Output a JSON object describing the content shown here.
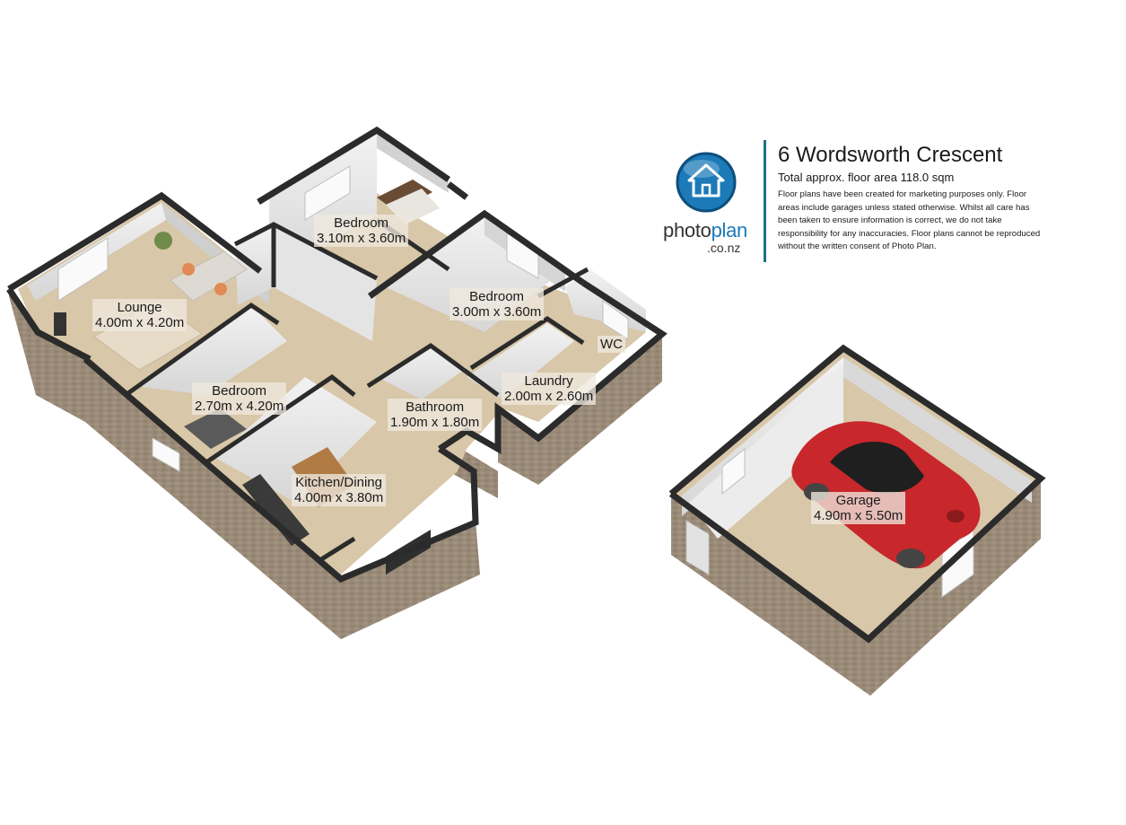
{
  "property": {
    "address": "6 Wordsworth Crescent",
    "total_area": "Total approx. floor area 118.0 sqm",
    "disclaimer": "Floor plans have been created for marketing purposes only. Floor areas include garages unless stated otherwise. Whilst all care has been taken to ensure information is correct, we do not take responsibility for any inaccuracies. Floor plans cannot be reproduced without the written consent of Photo Plan."
  },
  "brand": {
    "name_part1": "photo",
    "name_part2": "plan",
    "domain": ".co.nz",
    "logo_icon": "house-icon",
    "accent_color": "#1c7ab8",
    "divider_color": "#1f6f8b"
  },
  "rooms": [
    {
      "name": "Lounge",
      "size": "4.00m x 4.20m"
    },
    {
      "name": "Bedroom",
      "size": "3.10m x 3.60m"
    },
    {
      "name": "Bedroom",
      "size": "3.00m x 3.60m"
    },
    {
      "name": "WC",
      "size": ""
    },
    {
      "name": "Bedroom",
      "size": "2.70m x 4.20m"
    },
    {
      "name": "Laundry",
      "size": "2.00m x 2.60m"
    },
    {
      "name": "Bathroom",
      "size": "1.90m x 1.80m"
    },
    {
      "name": "Kitchen/Dining",
      "size": "4.00m x 3.80m"
    },
    {
      "name": "Garage",
      "size": "4.90m x 5.50m"
    }
  ],
  "colors": {
    "floor": "#d8c7a8",
    "wall_top": "#2b2b2b",
    "interior_wall": "#e9e9e9",
    "brick": "#9a8a78",
    "car": "#c8272b"
  }
}
